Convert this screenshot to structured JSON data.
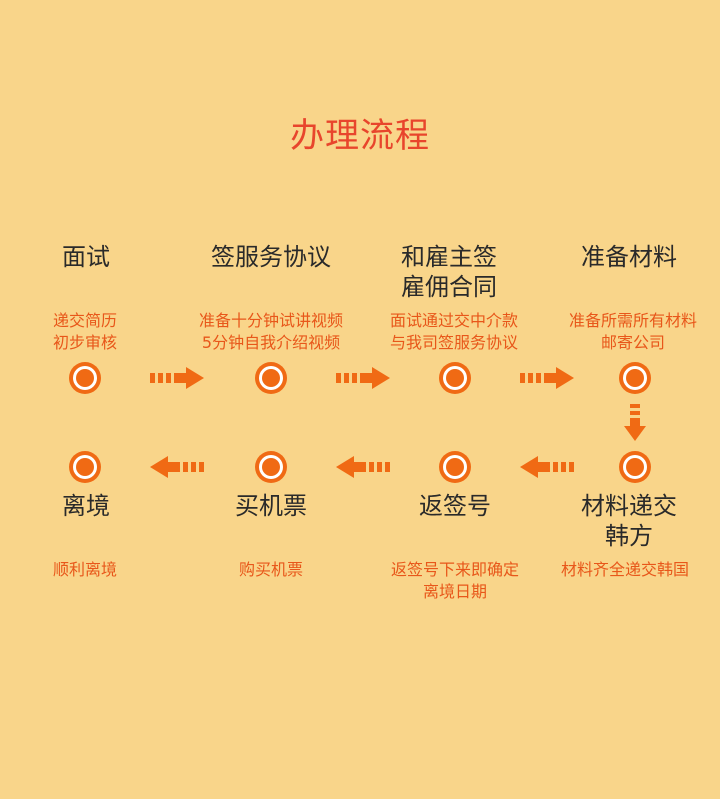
{
  "title": "办理流程",
  "colors": {
    "background": "#F9D58A",
    "accent": "#F06A14",
    "title": "#E8452C",
    "description": "#E8571A"
  },
  "steps": [
    {
      "title_lines": [
        "面试"
      ],
      "desc_lines": [
        "递交简历",
        "初步审核"
      ]
    },
    {
      "title_lines": [
        "签服务协议"
      ],
      "desc_lines": [
        "准备十分钟试讲视频",
        "5分钟自我介绍视频"
      ]
    },
    {
      "title_lines": [
        "和雇主签",
        "雇佣合同"
      ],
      "desc_lines": [
        "面试通过交中介款",
        "与我司签服务协议"
      ]
    },
    {
      "title_lines": [
        "准备材料"
      ],
      "desc_lines": [
        "准备所需所有材料",
        "邮寄公司"
      ]
    },
    {
      "title_lines": [
        "材料递交",
        "韩方"
      ],
      "desc_lines": [
        "材料齐全递交韩国"
      ]
    },
    {
      "title_lines": [
        "返签号"
      ],
      "desc_lines": [
        "返签号下来即确定",
        "离境日期"
      ]
    },
    {
      "title_lines": [
        "买机票"
      ],
      "desc_lines": [
        "购买机票"
      ]
    },
    {
      "title_lines": [
        "离境"
      ],
      "desc_lines": [
        "顺利离境"
      ]
    }
  ]
}
